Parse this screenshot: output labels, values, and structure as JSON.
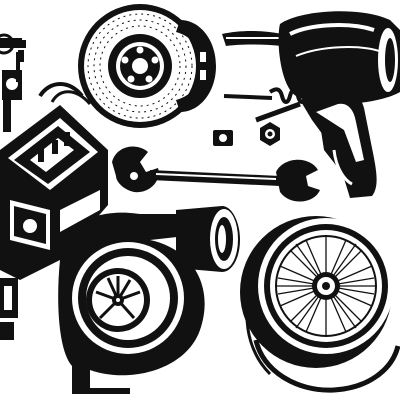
{
  "palette": {
    "ink": "#111111",
    "paper": "#ffffff"
  },
  "style": "black-and-white engraving clip art",
  "objects": [
    {
      "id": "camshaft-mechanism",
      "icon": "camshaft-icon"
    },
    {
      "id": "engine-block",
      "icon": "engine-block-icon"
    },
    {
      "id": "brake-disc",
      "icon": "brake-disc-icon"
    },
    {
      "id": "exhaust-muffler",
      "icon": "muffler-icon"
    },
    {
      "id": "fuel-nozzle",
      "icon": "fuel-nozzle-icon"
    },
    {
      "id": "wrench",
      "icon": "wrench-icon"
    },
    {
      "id": "nut-round",
      "icon": "nut-icon"
    },
    {
      "id": "nut-hex",
      "icon": "hex-nut-icon"
    },
    {
      "id": "turbocharger",
      "icon": "turbocharger-icon"
    },
    {
      "id": "alloy-wheel-rim",
      "icon": "wheel-rim-icon"
    }
  ]
}
